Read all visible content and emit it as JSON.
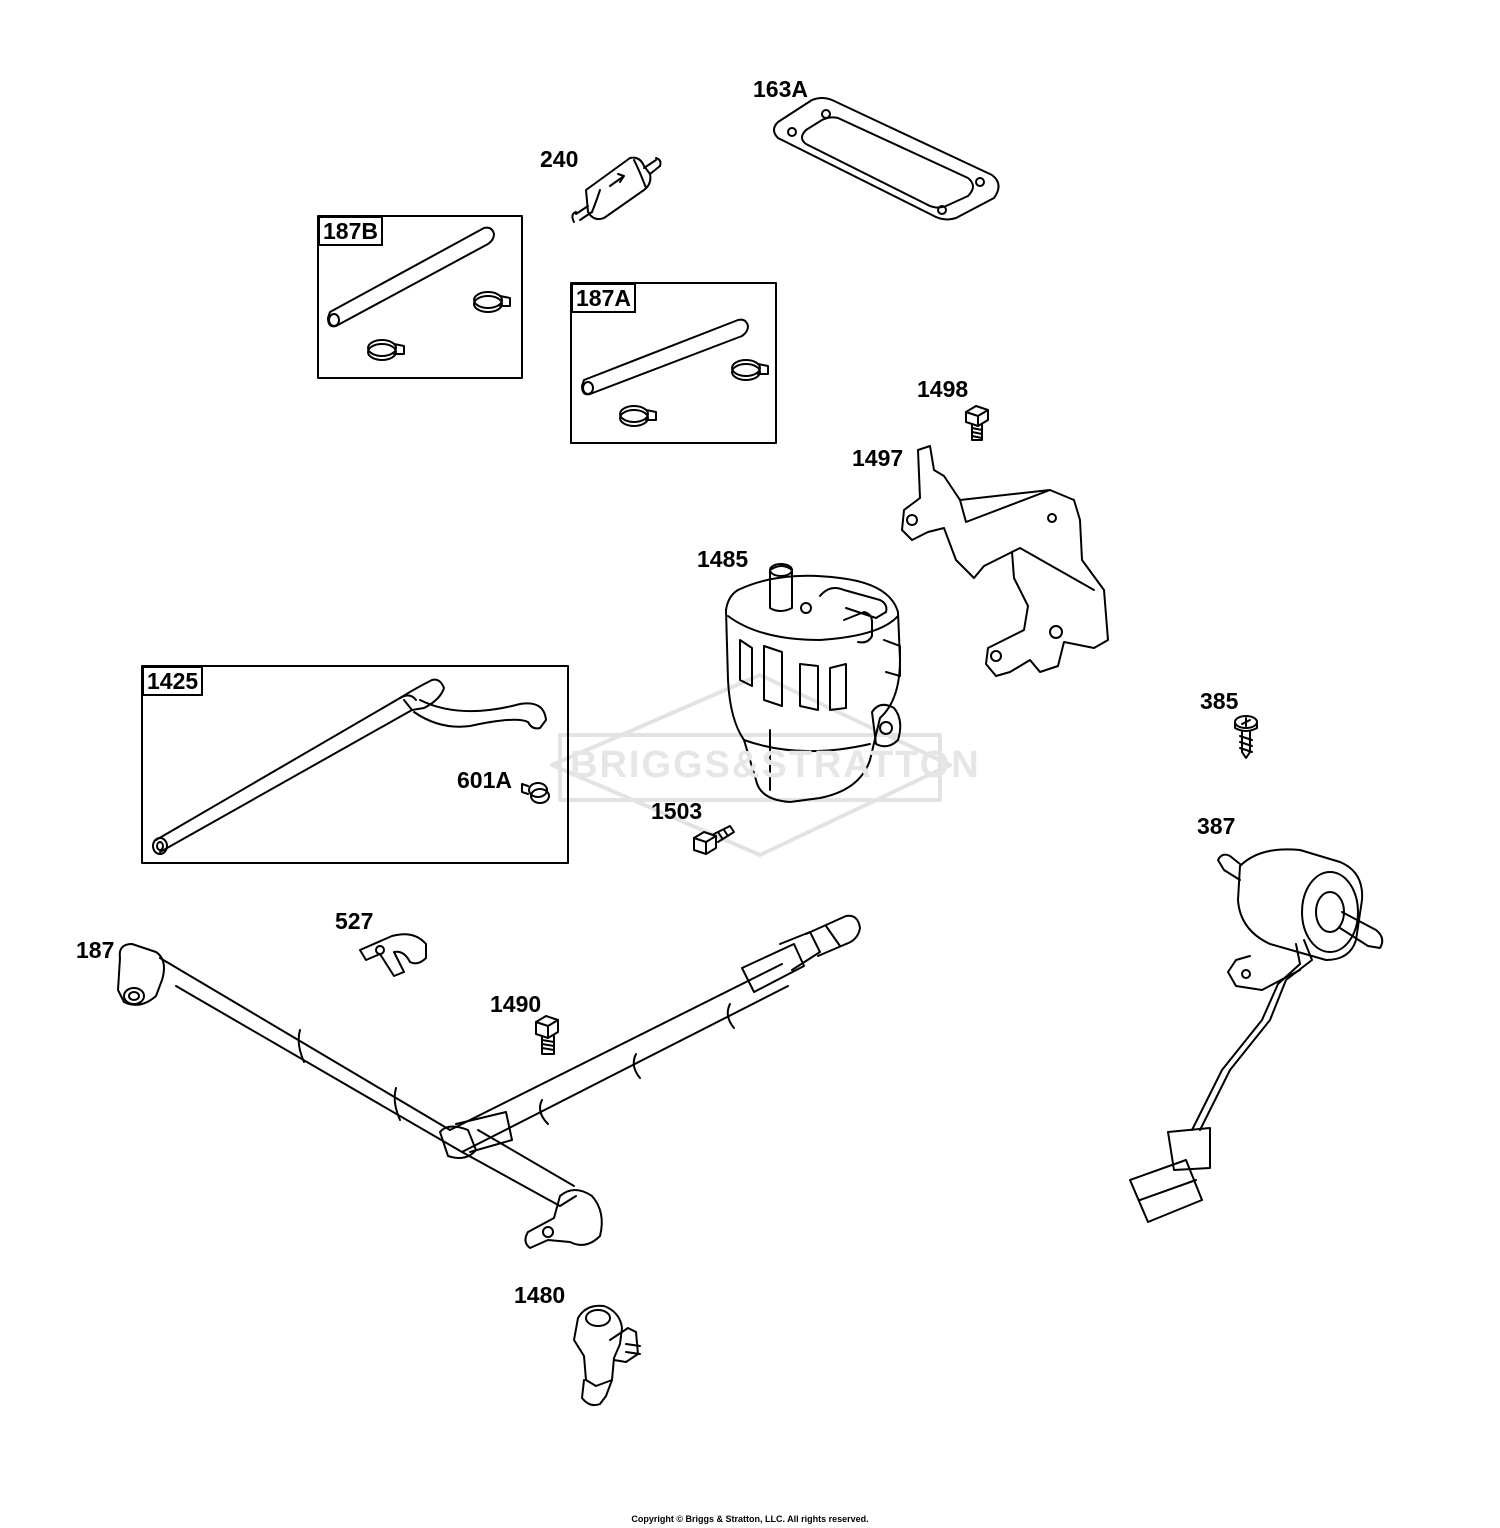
{
  "diagram": {
    "watermark": "BRIGGS&STRATTON",
    "copyright": "Copyright © Briggs & Stratton, LLC. All rights reserved.",
    "callouts": {
      "p163A": "163A",
      "p240": "240",
      "p1498": "1498",
      "p1497": "1497",
      "p1485": "1485",
      "p385": "385",
      "p601A": "601A",
      "p1503": "1503",
      "p387": "387",
      "p527": "527",
      "p187": "187",
      "p1490": "1490",
      "p1480": "1480"
    },
    "boxes": {
      "b187B": "187B",
      "b187A": "187A",
      "b1425": "1425"
    }
  }
}
